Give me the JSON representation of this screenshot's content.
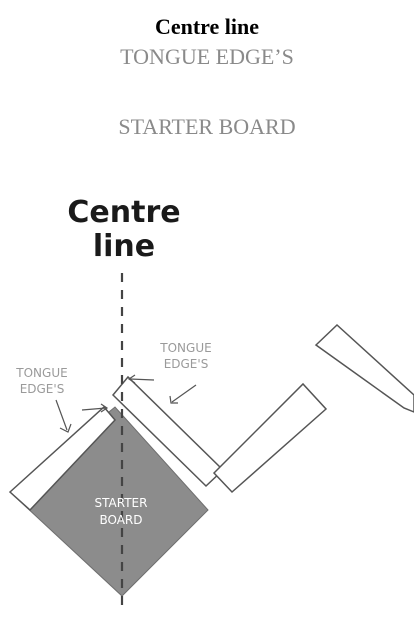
{
  "header": {
    "title": "Centre line",
    "subtitle_1": "TONGUE EDGE’S",
    "subtitle_2": "STARTER BOARD"
  },
  "diagram": {
    "centre_label_line1": "Centre",
    "centre_label_line2": "line",
    "tongue_left_line1": "TONGUE",
    "tongue_left_line2": "EDGE'S",
    "tongue_right_line1": "TONGUE",
    "tongue_right_line2": "EDGE'S",
    "starter_line1": "STARTER",
    "starter_line2": "BOARD",
    "colors": {
      "board_fill": "#8c8c8c",
      "outline": "#555555",
      "centre_line": "#444444"
    }
  }
}
